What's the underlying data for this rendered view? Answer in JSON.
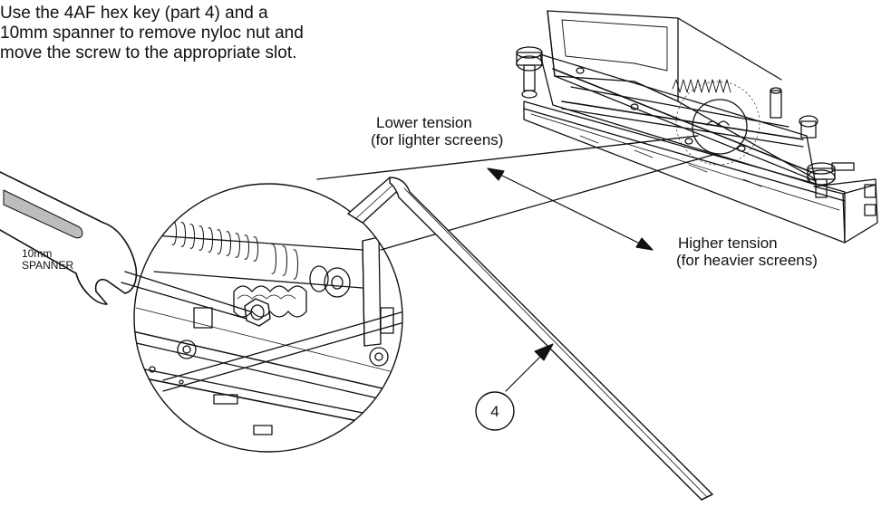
{
  "instructions": {
    "line1": "Use the 4AF hex key (part 4) and a",
    "line2": "10mm spanner to remove nyloc nut and",
    "line3": "move the screw to the appropriate slot."
  },
  "lower_tension": {
    "line1": "Lower tension",
    "line2": "(for lighter screens)"
  },
  "higher_tension": {
    "line1": "Higher tension",
    "line2": "(for heavier screens)"
  },
  "spanner": {
    "line1": "10mm",
    "line2": "SPANNER"
  },
  "callout": {
    "number": "4"
  },
  "colors": {
    "line": "#111111",
    "spanner_grip": "#bdbdbd",
    "background": "#ffffff"
  }
}
